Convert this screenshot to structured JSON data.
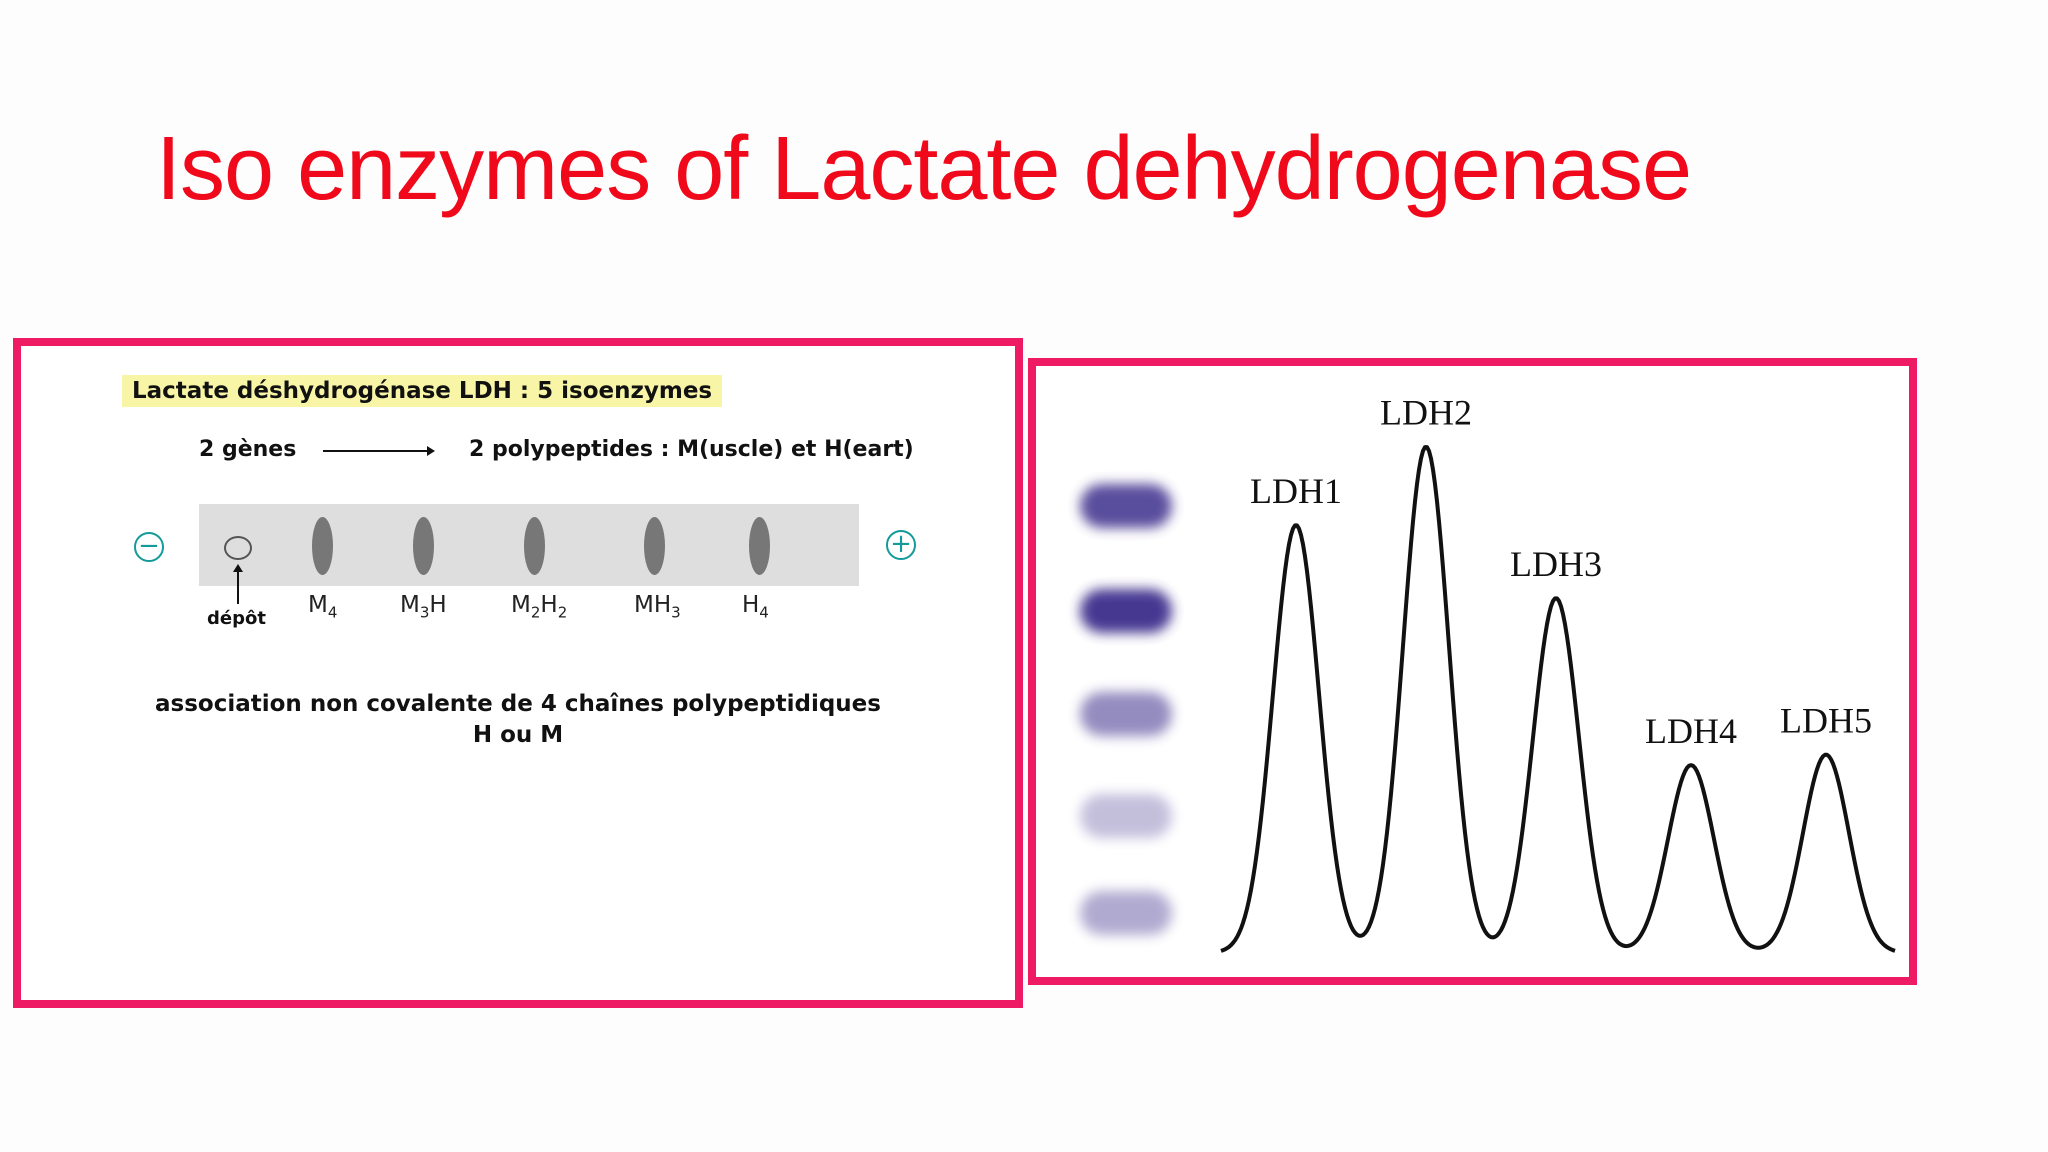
{
  "slide": {
    "title": "Iso enzymes of Lactate dehydrogenase",
    "accent_color": "#f0091b",
    "frame_color": "#ee1a64"
  },
  "left_panel": {
    "heading": "Lactate déshydrogénase LDH : 5 isoenzymes",
    "genes_text": "2 gènes",
    "polypeptides_text": "2 polypeptides : M(uscle)  et H(eart)",
    "minus_symbol": "−",
    "plus_symbol": "+",
    "depot_label": "dépôt",
    "bands": [
      {
        "base": "M",
        "sub1": "4",
        "mid": "",
        "sub2": ""
      },
      {
        "base": "M",
        "sub1": "3",
        "mid": "H",
        "sub2": ""
      },
      {
        "base": "M",
        "sub1": "2",
        "mid": "H",
        "sub2": "2"
      },
      {
        "base": "MH",
        "sub1": "3",
        "mid": "",
        "sub2": ""
      },
      {
        "base": "H",
        "sub1": "4",
        "mid": "",
        "sub2": ""
      }
    ],
    "association_line1": "association non covalente de 4 chaînes polypeptidiques",
    "association_line2": "H ou M"
  },
  "right_panel": {
    "gel_band_intensity": [
      0.85,
      0.95,
      0.55,
      0.3,
      0.4
    ],
    "peaks": [
      {
        "label": "LDH1",
        "relative_height": 0.82
      },
      {
        "label": "LDH2",
        "relative_height": 0.97
      },
      {
        "label": "LDH3",
        "relative_height": 0.68
      },
      {
        "label": "LDH4",
        "relative_height": 0.36
      },
      {
        "label": "LDH5",
        "relative_height": 0.38
      }
    ],
    "band_color": "#3d2e8c",
    "curve_color": "#111111"
  }
}
